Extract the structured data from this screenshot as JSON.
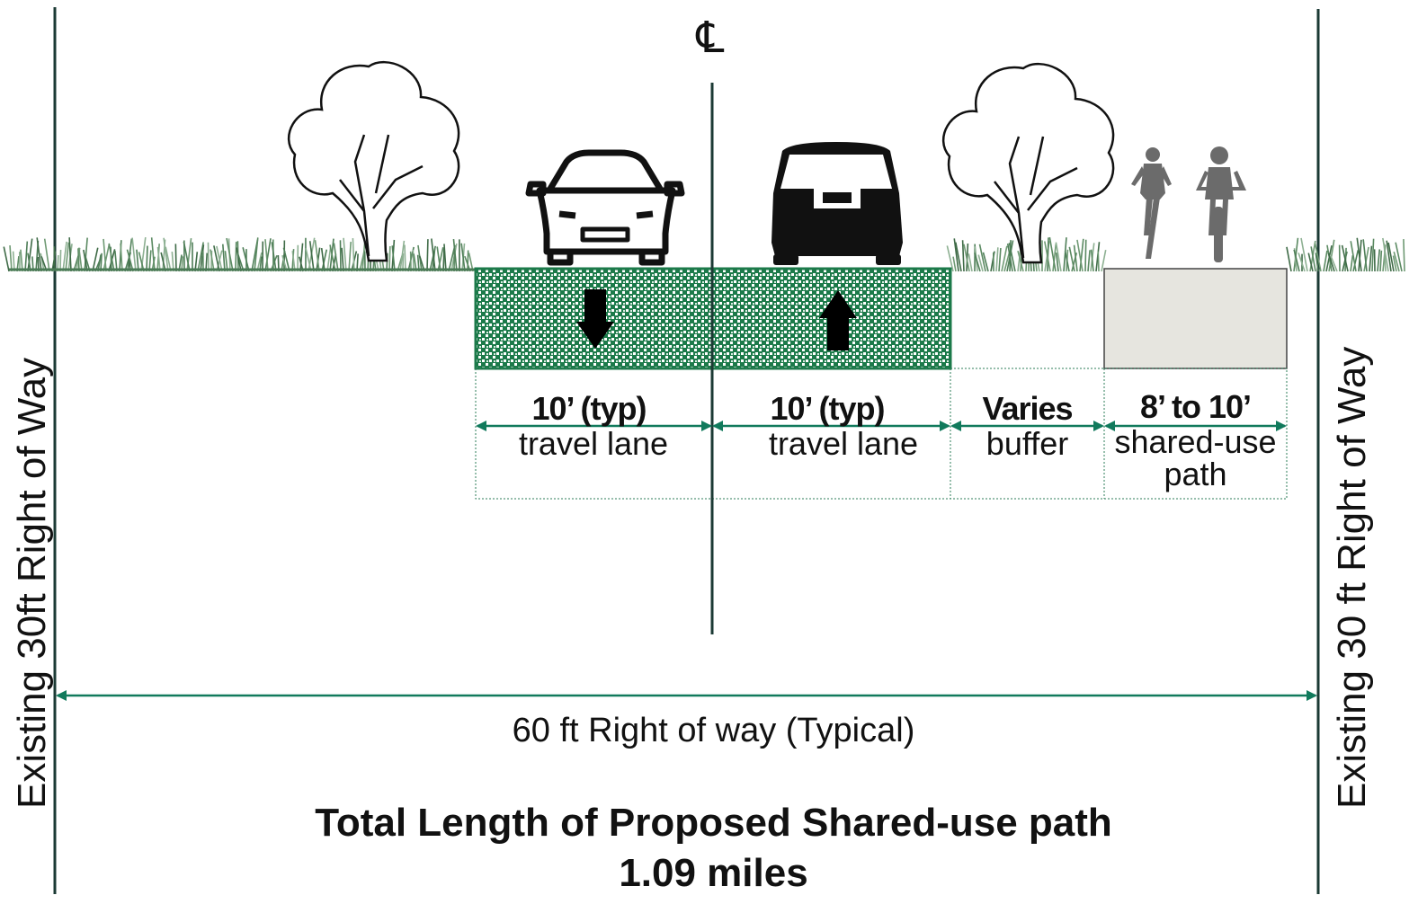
{
  "centerline_symbol": "℄",
  "left_boundary_label": "Existing 30ft Right of Way",
  "right_boundary_label": "Existing 30 ft Right of Way",
  "segments": [
    {
      "dimension": "10’ (typ)",
      "name": "travel lane"
    },
    {
      "dimension": "10’ (typ)",
      "name": "travel lane"
    },
    {
      "dimension": "Varies",
      "name": "buffer"
    },
    {
      "dimension": "8’ to 10’",
      "name": "shared-use path"
    }
  ],
  "total_row_label": "60 ft Right of way (Typical)",
  "title_line1": "Total Length of Proposed Shared-use path",
  "title_line2": "1.09 miles",
  "colors": {
    "accent": "#117a5c",
    "line": "#1b3a34",
    "road": "#1c7a4a",
    "path": "#e6e5df",
    "grass": "#5b8a62"
  }
}
